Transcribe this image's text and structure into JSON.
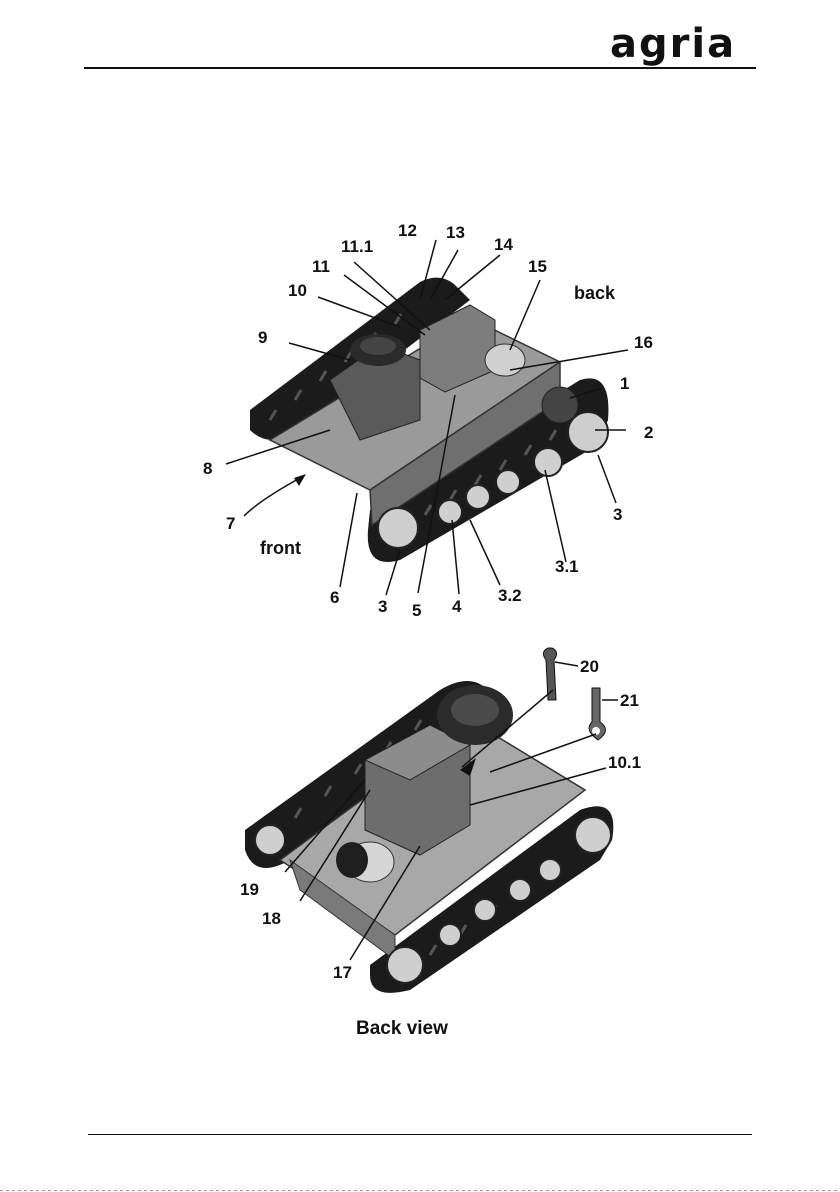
{
  "header": {
    "logo_text": "agria"
  },
  "figure_top": {
    "labels": [
      "1",
      "2",
      "3",
      "3",
      "3.1",
      "3.2",
      "4",
      "5",
      "6",
      "7",
      "8",
      "9",
      "10",
      "11",
      "11.1",
      "12",
      "13",
      "14",
      "15",
      "16"
    ],
    "words": {
      "back": "back",
      "front": "front"
    }
  },
  "figure_bottom": {
    "labels": [
      "10.1",
      "17",
      "18",
      "19",
      "20",
      "21"
    ],
    "caption": "Back view"
  },
  "colors": {
    "ink": "#111111",
    "track": "#1a1a1a",
    "body": "#8a8a8a",
    "light": "#c8c8c8"
  }
}
